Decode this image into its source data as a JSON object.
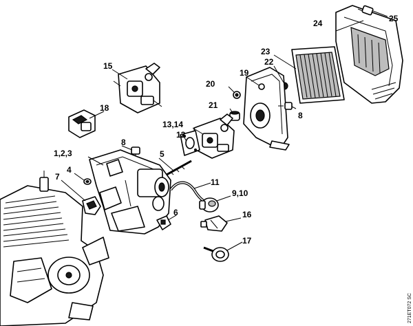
{
  "callouts": {
    "c24": "24",
    "c25": "25",
    "c23": "23",
    "c22": "22",
    "c19": "19",
    "c20": "20",
    "c21": "21",
    "c8a": "8",
    "c15": "15",
    "c18": "18",
    "c1314": "13,14",
    "c12": "12",
    "c8b": "8",
    "c5": "5",
    "c123": "1,2,3",
    "c4": "4",
    "c7": "7",
    "c11": "11",
    "c910": "9,10",
    "c16": "16",
    "c6": "6",
    "c17": "17"
  },
  "figure_code": "271ET072 SC"
}
